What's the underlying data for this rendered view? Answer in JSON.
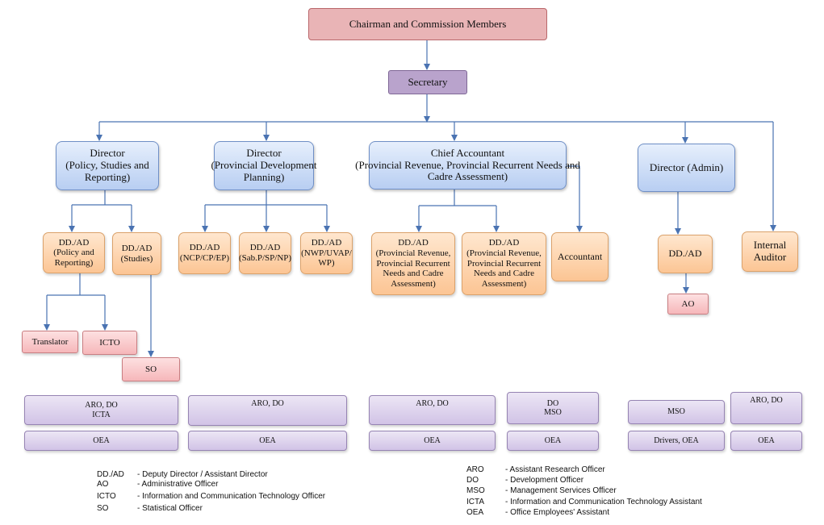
{
  "chairman": {
    "lines": [
      "Chairman and Commission Members"
    ]
  },
  "secretary": {
    "lines": [
      "Secretary"
    ]
  },
  "director_policy": {
    "lines": [
      "Director",
      "(Policy, Studies and",
      "Reporting)"
    ]
  },
  "director_pdp": {
    "lines": [
      "Director",
      "(Provincial Development",
      "Planning)"
    ]
  },
  "chief_accountant": {
    "lines": [
      "Chief Accountant",
      "(Provincial Revenue, Provincial Recurrent Needs and",
      "Cadre Assessment)"
    ]
  },
  "director_admin": {
    "lines": [
      "Director  (Admin)"
    ]
  },
  "internal_auditor": {
    "lines": [
      "Internal",
      "Auditor"
    ]
  },
  "dd_policy": {
    "lines": [
      "DD./AD",
      "(Policy and",
      "Reporting)"
    ]
  },
  "dd_studies": {
    "lines": [
      "DD./AD",
      "(Studies)"
    ]
  },
  "dd_ncp": {
    "lines": [
      "DD./AD",
      "(NCP/CP/EP)"
    ]
  },
  "dd_sab": {
    "lines": [
      "DD./AD",
      "(Sab.P/SP/NP)"
    ]
  },
  "dd_nwp": {
    "lines": [
      "DD./AD",
      "(NWP/UVAP/",
      "WP)"
    ]
  },
  "dd_rev1": {
    "lines": [
      "DD./AD",
      "(Provincial Revenue,",
      "Provincial Recurrent",
      "Needs and Cadre",
      "Assessment)"
    ]
  },
  "dd_rev2": {
    "lines": [
      "DD./AD",
      "(Provincial Revenue,",
      "Provincial Recurrent",
      "Needs and Cadre",
      "Assessment)"
    ]
  },
  "accountant": {
    "lines": [
      "Accountant"
    ]
  },
  "dd_admin": {
    "lines": [
      "DD./AD"
    ]
  },
  "translator": {
    "lines": [
      "Translator"
    ]
  },
  "icto": {
    "lines": [
      "ICTO"
    ]
  },
  "so": {
    "lines": [
      "SO"
    ]
  },
  "ao": {
    "lines": [
      "AO"
    ]
  },
  "staff_1": {
    "lines": [
      "ARO, DO",
      "ICTA"
    ]
  },
  "staff_2": {
    "lines": [
      "ARO, DO"
    ]
  },
  "staff_3": {
    "lines": [
      "ARO, DO"
    ]
  },
  "staff_4": {
    "lines": [
      "DO",
      "MSO"
    ]
  },
  "staff_5": {
    "lines": [
      "MSO"
    ]
  },
  "staff_6": {
    "lines": [
      "ARO, DO"
    ]
  },
  "oea_1": {
    "lines": [
      "OEA"
    ]
  },
  "oea_2": {
    "lines": [
      "OEA"
    ]
  },
  "oea_3": {
    "lines": [
      "OEA"
    ]
  },
  "oea_4": {
    "lines": [
      "OEA"
    ]
  },
  "oea_5": {
    "lines": [
      "Drivers, OEA"
    ]
  },
  "oea_6": {
    "lines": [
      "OEA"
    ]
  },
  "legend_left": [
    {
      "abbr": "DD./AD",
      "desc": "-  Deputy Director / Assistant Director"
    },
    {
      "abbr": "AO",
      "desc": "- Administrative Officer"
    },
    {
      "abbr": "ICTO",
      "desc": "- Information and Communication Technology Officer"
    },
    {
      "abbr": "SO",
      "desc": "- Statistical Officer"
    }
  ],
  "legend_right": [
    {
      "abbr": "ARO",
      "desc": "- Assistant Research Officer"
    },
    {
      "abbr": "DO",
      "desc": "- Development Officer"
    },
    {
      "abbr": "MSO",
      "desc": "- Management Services Officer"
    },
    {
      "abbr": "ICTA",
      "desc": "- Information and Communication Technology Assistant"
    },
    {
      "abbr": "OEA",
      "desc": "- Office Employees' Assistant"
    }
  ],
  "colors": {
    "connector": "#4a73b2"
  }
}
